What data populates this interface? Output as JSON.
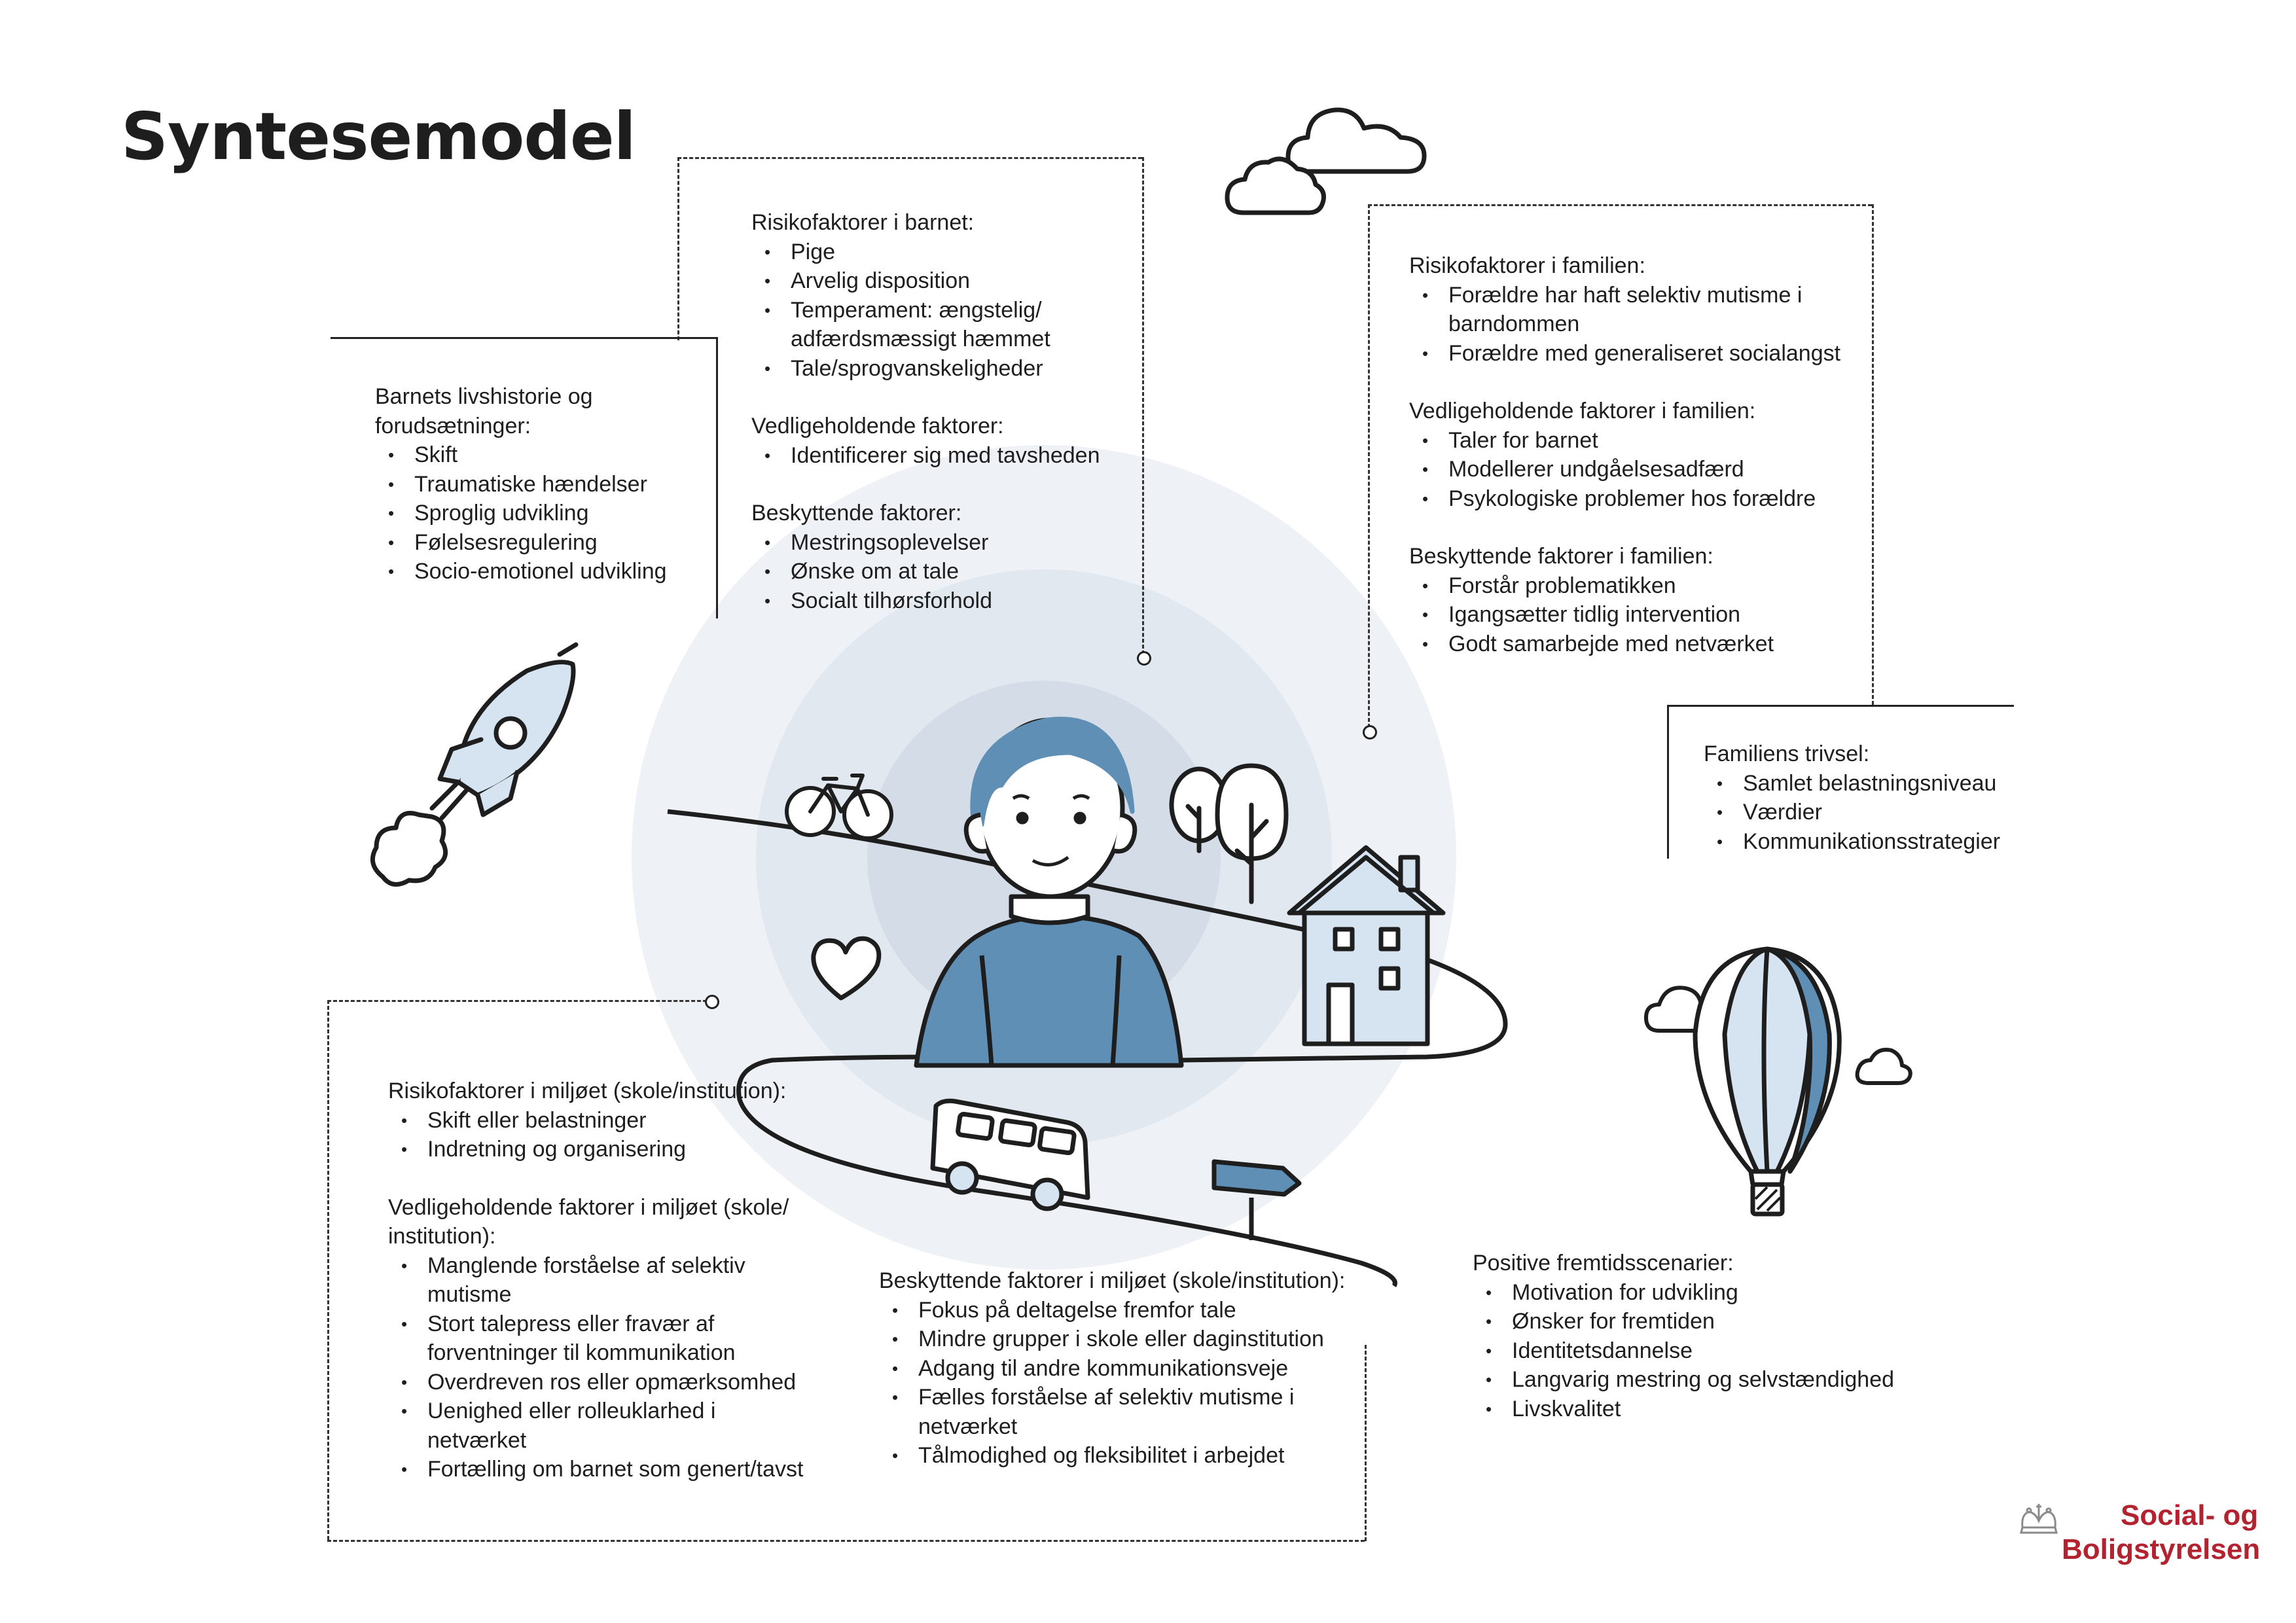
{
  "title": "Syntesemodel",
  "child": {
    "risk_head": "Risikofaktorer i barnet:",
    "risk_items": [
      "Pige",
      "Arvelig disposition",
      "Temperament: ængstelig/ adfærdsmæssigt hæmmet",
      "Tale/sprogvanskeligheder"
    ],
    "maint_head": "Vedligeholdende faktorer:",
    "maint_items": [
      "Identificerer sig med tavsheden"
    ],
    "prot_head": "Beskyttende faktorer:",
    "prot_items": [
      "Mestringsoplevelser",
      "Ønske om at tale",
      "Socialt tilhørsforhold"
    ]
  },
  "history": {
    "head": "Barnets livshistorie og forudsætninger:",
    "items": [
      "Skift",
      "Traumatiske hændelser",
      "Sproglig udvikling",
      "Følelsesregulering",
      "Socio-emotionel udvikling"
    ]
  },
  "family": {
    "risk_head": "Risikofaktorer i familien:",
    "risk_items": [
      "Forældre har haft selektiv mutisme i barndommen",
      "Forældre med generaliseret socialangst"
    ],
    "maint_head": "Vedligeholdende faktorer i familien:",
    "maint_items": [
      "Taler for barnet",
      "Modellerer undgåelsesadfærd",
      "Psykologiske problemer hos forældre"
    ],
    "prot_head": "Beskyttende faktorer i familien:",
    "prot_items": [
      "Forstår problematikken",
      "Igangsætter tidlig intervention",
      "Godt samarbejde med netværket"
    ]
  },
  "wellbeing": {
    "head": "Familiens trivsel:",
    "items": [
      "Samlet belastningsniveau",
      "Værdier",
      "Kommunikationsstrategier"
    ]
  },
  "environment": {
    "risk_head": "Risikofaktorer i miljøet (skole/institution):",
    "risk_items": [
      "Skift eller belastninger",
      "Indretning og organisering"
    ],
    "maint_head": "Vedligeholdende faktorer i miljøet (skole/ institution):",
    "maint_items": [
      "Manglende forståelse af selektiv mutisme",
      "Stort talepress eller fravær af forventninger til kommunikation",
      "Overdreven ros eller opmærksomhed",
      "Uenighed eller rolleuklarhed i netværket",
      "Fortælling om barnet som genert/tavst"
    ]
  },
  "env_protective": {
    "head": "Beskyttende faktorer i miljøet (skole/institution):",
    "items": [
      "Fokus på deltagelse fremfor tale",
      "Mindre grupper i skole eller daginstitution",
      "Adgang til andre kommunikationsveje",
      "Fælles forståelse af selektiv mutisme i netværket",
      "Tålmodighed  og fleksibilitet i arbejdet"
    ]
  },
  "future": {
    "head": "Positive fremtidsscenarier:",
    "items": [
      "Motivation for udvikling",
      "Ønsker for fremtiden",
      "Identitetsdannelse",
      "Langvarig mestring og selvstændighed",
      "Livskvalitet"
    ]
  },
  "logo": {
    "line1": "Social- og",
    "line2": "Boligstyrelsen"
  },
  "colors": {
    "circle_outer": "#eef2f6",
    "circle_mid": "#e1e8ef",
    "circle_inner": "#d3dde7",
    "person_blue": "#5f8fb4",
    "light_blue": "#d6e4f2",
    "brand_red": "#b3232f"
  },
  "icons": [
    "rocket-icon",
    "cloud-icon",
    "bicycle-icon",
    "tree-icon",
    "house-icon",
    "heart-icon",
    "bus-icon",
    "signpost-icon",
    "hot-air-balloon-icon",
    "crown-icon"
  ]
}
